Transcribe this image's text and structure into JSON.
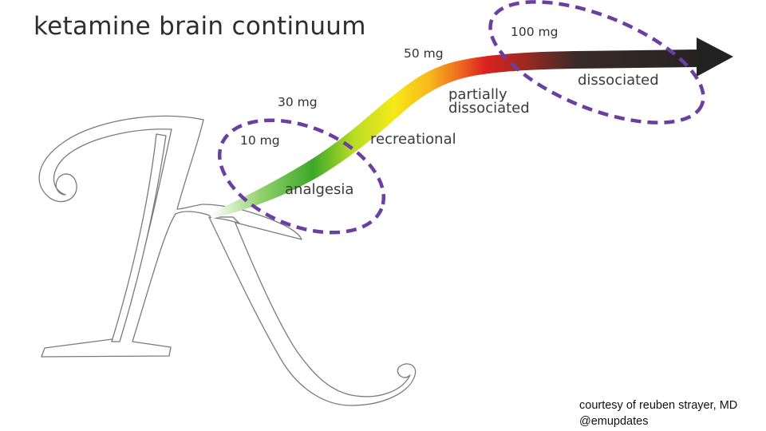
{
  "title": "ketamine brain continuum",
  "doses": [
    {
      "label": "10 mg"
    },
    {
      "label": "30 mg"
    },
    {
      "label": "50 mg"
    },
    {
      "label": "100 mg"
    }
  ],
  "states": {
    "analgesia": "analgesia",
    "recreational": "recreational",
    "partially_line1": "partially",
    "partially_line2": "dissociated",
    "dissociated": "dissociated"
  },
  "credit": {
    "line1": "courtesy of reuben strayer, MD",
    "line2": "@emupdates"
  },
  "colors": {
    "highlight_ellipse": "#6b3fa0",
    "arrow_end": "#222222",
    "gradient": [
      "#ffffff",
      "#4caf2a",
      "#f5e81a",
      "#f7a31c",
      "#e02121",
      "#2a2a2a"
    ]
  },
  "icons": {
    "letter": "letter-k-outline-icon",
    "arrow": "arrow-right-icon"
  }
}
